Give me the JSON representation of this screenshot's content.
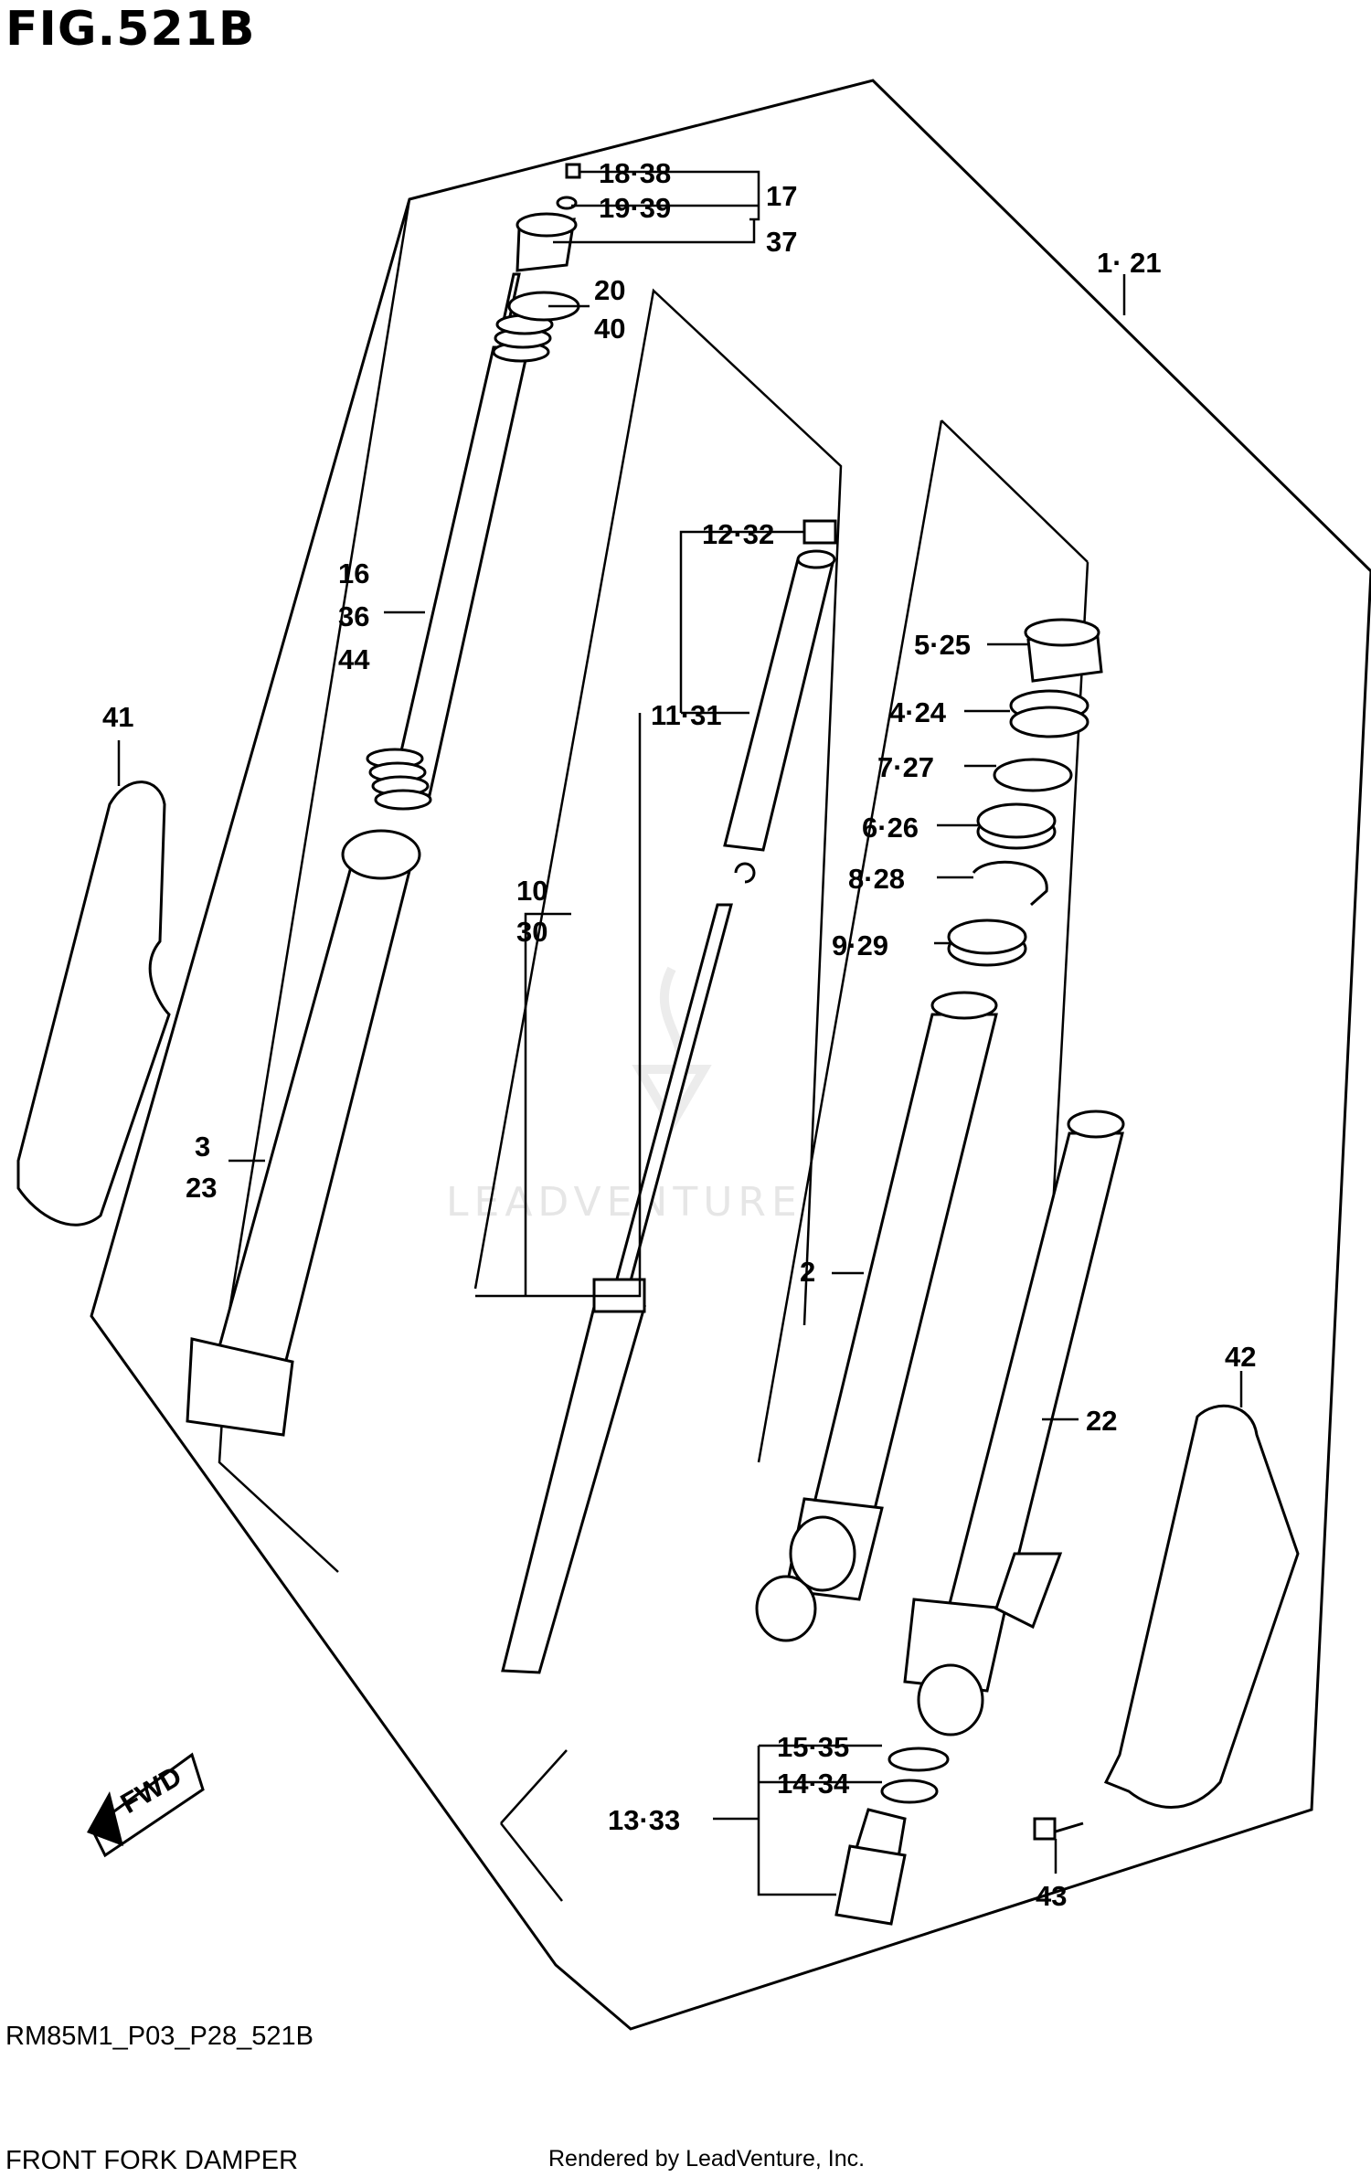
{
  "figure_title": "FIG.521B",
  "model_code": "RM85M1_P03_P28_521B",
  "figure_name": "FRONT FORK DAMPER",
  "credit": "Rendered by LeadVenture, Inc.",
  "watermark": "LEADVENTURE",
  "fwd_label": "FWD",
  "callouts": {
    "c18_38": "18·38",
    "c19_39": "19·39",
    "c17": "17",
    "c37": "37",
    "c20": "20",
    "c40": "40",
    "c1_21": "1· 21",
    "c12_32": "12·32",
    "c16": "16",
    "c36": "36",
    "c44": "44",
    "c5_25": "5·25",
    "c4_24": "4·24",
    "c7_27": "7·27",
    "c6_26": "6·26",
    "c8_28": "8·28",
    "c9_29": "9·29",
    "c41": "41",
    "c11_31": "11·31",
    "c10": "10",
    "c30": "30",
    "c3": "3",
    "c23": "23",
    "c2": "2",
    "c22": "22",
    "c42": "42",
    "c15_35": "15·35",
    "c14_34": "14·34",
    "c13_33": "13·33",
    "c43": "43"
  }
}
